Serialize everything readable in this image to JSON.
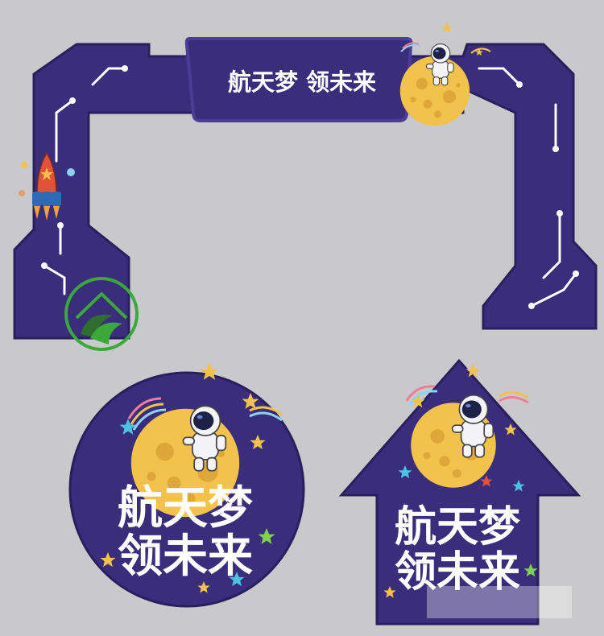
{
  "arch": {
    "banner_text": "航天梦 领未来"
  },
  "circle_sign": {
    "line1": "航天梦",
    "line2": "领未来"
  },
  "arrow_sign": {
    "line1": "航天梦",
    "line2": "领未来"
  },
  "icons": {
    "logo": "house-swirl-logo",
    "rocket": "rocket-icon",
    "astronaut": "astronaut-on-moon",
    "stars": "star-icon",
    "rainbow": "rainbow-streak"
  },
  "colors": {
    "background": "#c9c9cb",
    "navy": "#3a2d7c",
    "navy_dark": "#2a1f5e",
    "outline": "#4a3d93",
    "moon": "#f2c24a",
    "moon_crater": "#dea73a",
    "white": "#ffffff",
    "logo_green": "#3aa83a"
  }
}
